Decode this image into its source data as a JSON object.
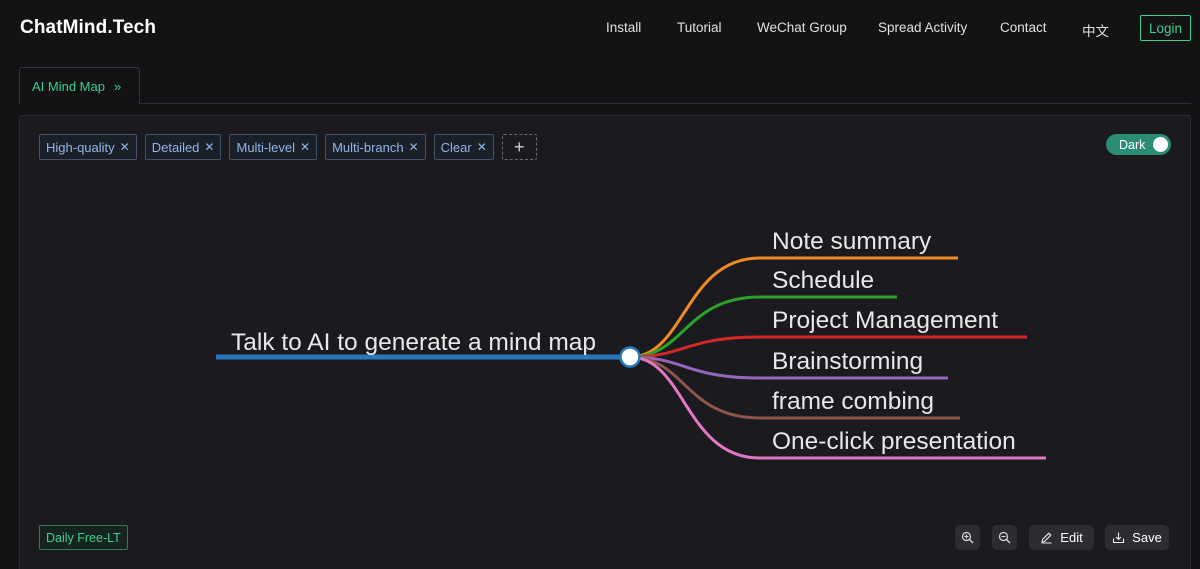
{
  "header": {
    "brand": "ChatMind.Tech",
    "nav": [
      {
        "label": "Install"
      },
      {
        "label": "Tutorial"
      },
      {
        "label": "WeChat Group"
      },
      {
        "label": "Spread Activity"
      },
      {
        "label": "Contact"
      },
      {
        "label": "中文"
      }
    ],
    "login": "Login",
    "accent_color": "#3ecf8e"
  },
  "tab": {
    "label": "AI Mind Map",
    "chevron": "»"
  },
  "tags": [
    {
      "label": "High-quality"
    },
    {
      "label": "Detailed"
    },
    {
      "label": "Multi-level"
    },
    {
      "label": "Multi-branch"
    },
    {
      "label": "Clear"
    }
  ],
  "tag_close_glyph": "✕",
  "tag_add_glyph": "+",
  "theme_toggle": {
    "label": "Dark",
    "on": true
  },
  "mindmap": {
    "root": {
      "text": "Talk to AI to generate a mind map",
      "color": "#2a77bb"
    },
    "branches": [
      {
        "text": "Note summary",
        "color": "#f08a24"
      },
      {
        "text": "Schedule",
        "color": "#2ca02c"
      },
      {
        "text": "Project Management",
        "color": "#d62728"
      },
      {
        "text": "Brainstorming",
        "color": "#9467bd"
      },
      {
        "text": "frame combing",
        "color": "#8c564b"
      },
      {
        "text": "One-click presentation",
        "color": "#e377c2"
      }
    ]
  },
  "footer": {
    "badge": "Daily Free-LT",
    "zoom_in_icon": "zoom-in-icon",
    "zoom_out_icon": "zoom-out-icon",
    "edit": "Edit",
    "save": "Save"
  }
}
